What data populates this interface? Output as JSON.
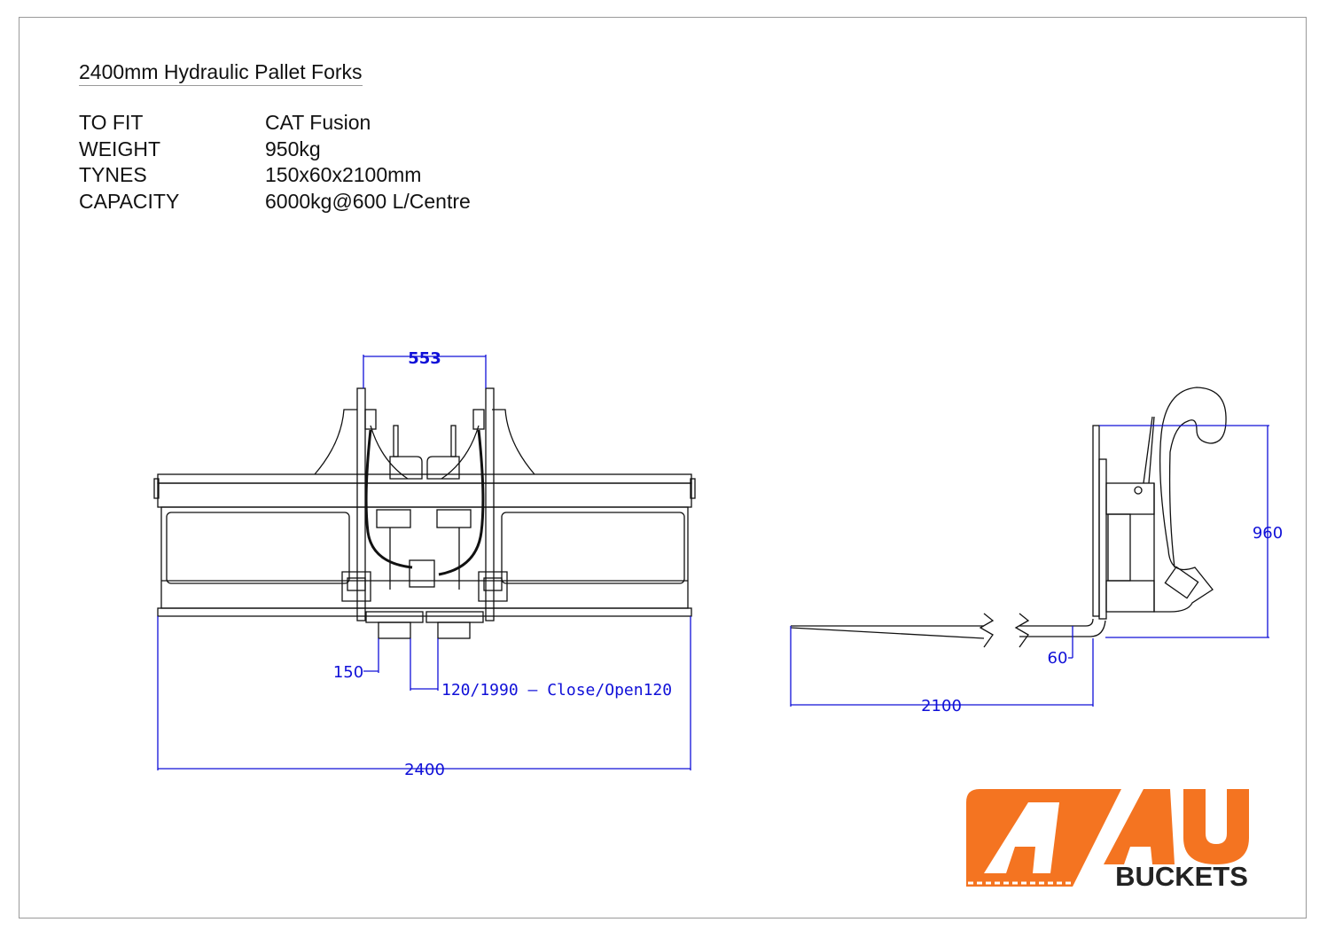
{
  "title": "2400mm Hydraulic Pallet Forks",
  "specs": [
    {
      "label": "TO FIT",
      "value": "CAT Fusion"
    },
    {
      "label": "WEIGHT",
      "value": "950kg"
    },
    {
      "label": "TYNES",
      "value": "150x60x2100mm"
    },
    {
      "label": "CAPACITY",
      "value": "6000kg@600 L/Centre"
    }
  ],
  "front_view": {
    "dim_carriage": "553",
    "dim_tyne_width": "150",
    "dim_spread": "120/1990 — Close/Open120",
    "dim_overall_width": "2400"
  },
  "side_view": {
    "dim_height": "960",
    "dim_tyne_thickness": "60",
    "dim_tyne_length": "2100"
  },
  "logo": {
    "text_main": "AU",
    "text_sub": "BUCKETS",
    "brand_color": "#F47421",
    "text_color": "#222222"
  },
  "colors": {
    "line": "#111111",
    "dimension": "#1010d8"
  }
}
